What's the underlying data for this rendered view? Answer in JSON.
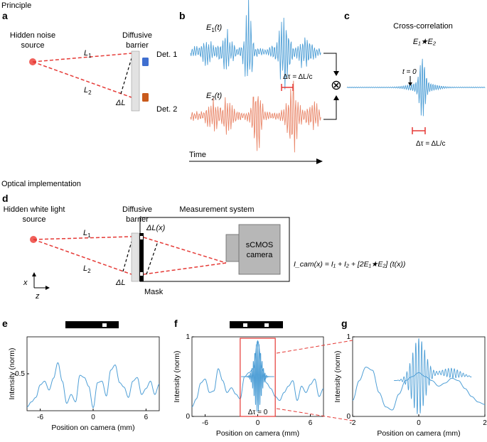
{
  "colors": {
    "blue": "#4f9fd6",
    "orange": "#e9876a",
    "red": "#e53935",
    "source": "#f0605a",
    "det1": "#3f6fd0",
    "det2": "#c95a1c",
    "camera": "#b7b7b7",
    "barrier": "#e2e2e2"
  },
  "sections": {
    "principle": "Principle",
    "optical": "Optical implementation"
  },
  "panel_labels": {
    "a": "a",
    "b": "b",
    "c": "c",
    "d": "d",
    "e": "e",
    "f": "f",
    "g": "g"
  },
  "panel_a": {
    "source_line1": "Hidden noise",
    "source_line2": "source",
    "barrier_line1": "Diffusive",
    "barrier_line2": "barrier",
    "L1": "L",
    "L1_sub": "1",
    "L2": "L",
    "L2_sub": "2",
    "deltaL": "ΔL",
    "det1": "Det. 1",
    "det2": "Det. 2"
  },
  "panel_b": {
    "E1": "E",
    "E1_sub": "1",
    "E1_arg": "(t)",
    "E2": "E",
    "E2_sub": "2",
    "E2_arg": "(t)",
    "delay": "Δτ = ΔL/c",
    "time_label": "Time",
    "mult_symbol": "⊗"
  },
  "panel_c": {
    "title": "Cross-correlation",
    "corr_label": "E₁★E₂",
    "t0": "t = 0",
    "delay": "Δτ = ΔL/c"
  },
  "panel_d": {
    "source_line1": "Hidden white light",
    "source_line2": "source",
    "barrier_line1": "Diffusive",
    "barrier_line2": "barrier",
    "measurement": "Measurement system",
    "L1": "L",
    "L1_sub": "1",
    "L2": "L",
    "L2_sub": "2",
    "deltaL": "ΔL",
    "deltaLx": "ΔL(x)",
    "mask": "Mask",
    "camera_line1": "sCMOS",
    "camera_line2": "camera",
    "equation": "I_cam(x) = I₁ + I₂ + [2E₁★E₂] (t(x))",
    "axis_x": "x",
    "axis_z": "z"
  },
  "chart_data": [
    {
      "panel": "e",
      "type": "line",
      "xlabel": "Position on camera (mm)",
      "ylabel": "Intensity (norm)",
      "xlim": [
        -7.5,
        7.5
      ],
      "ylim": [
        0,
        1
      ],
      "xticks": [
        -6,
        0,
        6
      ],
      "yticks": [
        0.5
      ],
      "x": [
        -7.5,
        -7,
        -6.5,
        -6,
        -5.5,
        -5,
        -4.5,
        -4,
        -3.5,
        -3,
        -2.5,
        -2,
        -1.5,
        -1,
        -0.5,
        0,
        0.5,
        1,
        1.5,
        2,
        2.5,
        3,
        3.5,
        4,
        4.5,
        5,
        5.5,
        6,
        6.5,
        7,
        7.5
      ],
      "y": [
        0.05,
        0.12,
        0.18,
        0.35,
        0.4,
        0.28,
        0.44,
        0.65,
        0.4,
        0.1,
        0.22,
        0.12,
        0.48,
        0.45,
        0.33,
        0.04,
        0.38,
        0.4,
        0.2,
        0.55,
        0.62,
        0.38,
        0.32,
        0.18,
        0.4,
        0.45,
        0.22,
        0.3,
        0.4,
        0.22,
        0.36
      ]
    },
    {
      "panel": "f",
      "type": "line",
      "xlabel": "Position on camera (mm)",
      "ylabel": "Intensity (norm)",
      "xlim": [
        -7.5,
        7.5
      ],
      "ylim": [
        0,
        1
      ],
      "xticks": [
        -6,
        0,
        6
      ],
      "yticks": [
        0,
        1
      ],
      "annotation": "Δτ = 0",
      "x": [
        -7.5,
        -7,
        -6.5,
        -6,
        -5.5,
        -5,
        -4.5,
        -4,
        -3.5,
        -3,
        -2.5,
        -2,
        -1.5,
        -1,
        -0.5,
        0,
        0.5,
        1,
        1.5,
        2,
        2.5,
        3,
        3.5,
        4,
        4.5,
        5,
        5.5,
        6,
        6.5,
        7,
        7.5
      ],
      "y": [
        0.12,
        0.22,
        0.42,
        0.47,
        0.3,
        0.32,
        0.6,
        0.45,
        0.3,
        0.36,
        0.28,
        0.22,
        0.5,
        0.55,
        0.6,
        0.95,
        0.6,
        0.42,
        0.35,
        0.25,
        0.2,
        0.3,
        0.38,
        0.45,
        0.2,
        0.38,
        0.3,
        0.4,
        0.47,
        0.25,
        0.35
      ]
    },
    {
      "panel": "g",
      "type": "line",
      "xlabel": "Position on camera (mm)",
      "ylabel": "Intensity (norm)",
      "xlim": [
        -2,
        2
      ],
      "ylim": [
        0,
        1
      ],
      "xticks": [
        -2,
        0,
        2
      ],
      "yticks": [
        0,
        1
      ],
      "x": [
        -2,
        -1.8,
        -1.6,
        -1.4,
        -1.2,
        -1,
        -0.8,
        -0.6,
        -0.4,
        -0.2,
        0,
        0.2,
        0.4,
        0.6,
        0.8,
        1,
        1.2,
        1.4,
        1.6,
        1.8,
        2
      ],
      "y": [
        0.2,
        0.45,
        0.62,
        0.58,
        0.3,
        0.12,
        0.08,
        0.28,
        0.45,
        0.5,
        0.55,
        0.5,
        0.45,
        0.38,
        0.42,
        0.48,
        0.45,
        0.35,
        0.25,
        0.18,
        0.15
      ]
    }
  ]
}
